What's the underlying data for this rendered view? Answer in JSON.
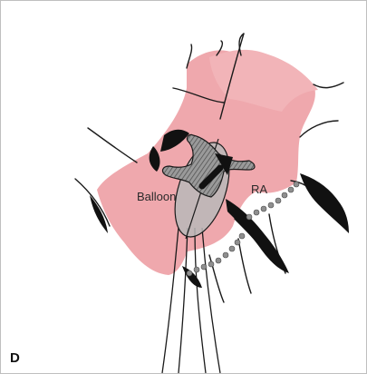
{
  "figure": {
    "panel_letter": "D",
    "labels": {
      "balloon": "Balloon",
      "ra": "RA"
    },
    "colors": {
      "atrium_fill": "#efa8ad",
      "balloon_fill": "#b8b8b8",
      "outline": "#1a1a1a",
      "ring": "#8f8f8f",
      "arrow": "#111111"
    }
  }
}
